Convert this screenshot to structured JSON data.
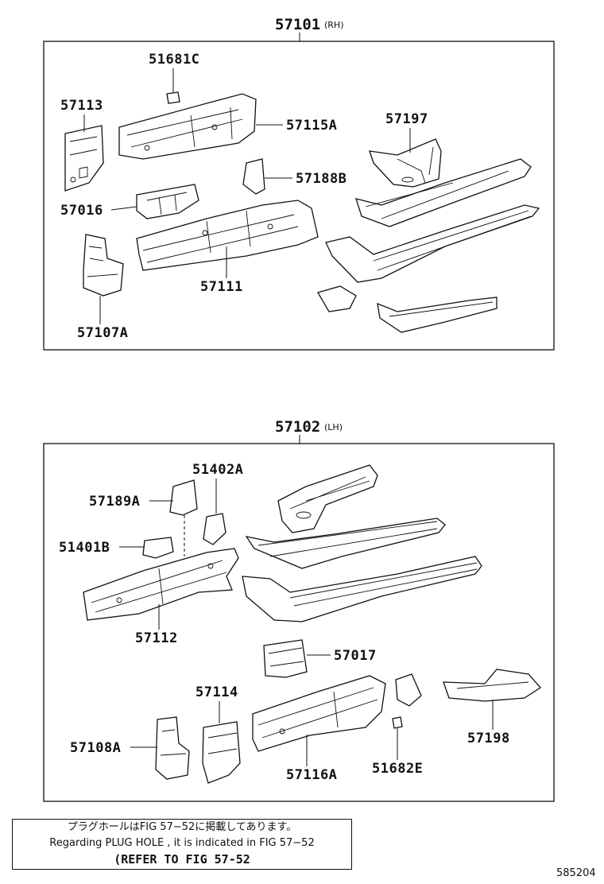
{
  "groups": [
    {
      "number": "57101",
      "suffix": "(RH)"
    },
    {
      "number": "57102",
      "suffix": "(LH)"
    }
  ],
  "rh_labels": {
    "p51681C": "51681C",
    "p57113": "57113",
    "p57115A": "57115A",
    "p57197": "57197",
    "p57188B": "57188B",
    "p57016": "57016",
    "p57111": "57111",
    "p57107A": "57107A"
  },
  "lh_labels": {
    "p51402A": "51402A",
    "p57189A": "57189A",
    "p51401B": "51401B",
    "p57112": "57112",
    "p57017": "57017",
    "p57114": "57114",
    "p57108A": "57108A",
    "p57116A": "57116A",
    "p51682E": "51682E",
    "p57198": "57198"
  },
  "note": {
    "line1": "プラグホールはFIG 57−52に掲載してあります。",
    "line2": "Regarding PLUG HOLE , it is indicated in FIG 57−52",
    "line3": "(REFER TO FIG 57-52"
  },
  "figure_number": "585204"
}
